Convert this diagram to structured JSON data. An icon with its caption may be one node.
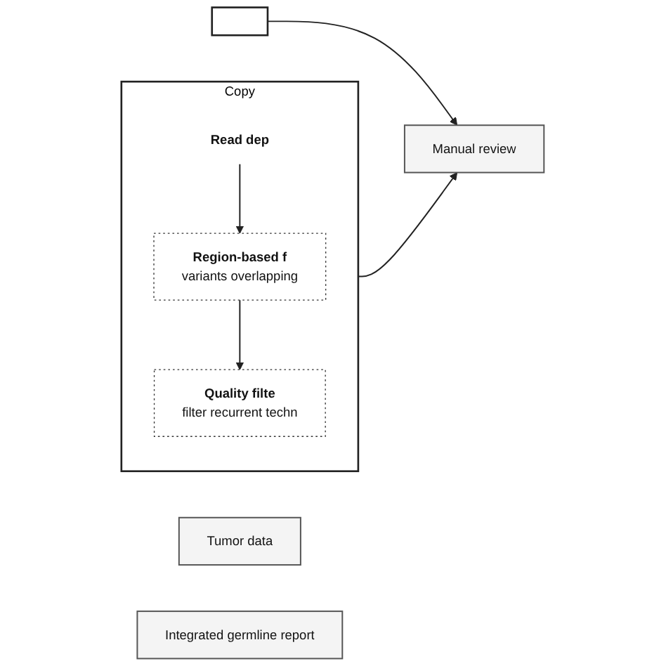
{
  "diagram": {
    "nodes": [
      {
        "text": [],
        "shape": "box"
      },
      {
        "text": [
          "Tumor data"
        ]
      },
      {
        "text": [
          "Manual review"
        ]
      },
      {
        "text": [
          "Integrated germline report"
        ]
      },
      {
        "text": [
          "Copy"
        ]
      },
      {
        "text": [
          "Read dep"
        ],
        "in": 4
      },
      {
        "text": [
          "Region-based f",
          "variants overlapping"
        ],
        "in": 4
      },
      {
        "text": [
          "Quality filte",
          "filter recurrent techn"
        ],
        "in": 4
      }
    ],
    "edges": [
      {
        "from": 0,
        "to": 2,
        "arrow": "to"
      },
      {
        "from": 4,
        "to": 2,
        "arrow": "to"
      },
      {
        "from": 5,
        "to": 6,
        "arrow": "to"
      },
      {
        "from": 6,
        "to": 7,
        "arrow": "to"
      }
    ]
  }
}
